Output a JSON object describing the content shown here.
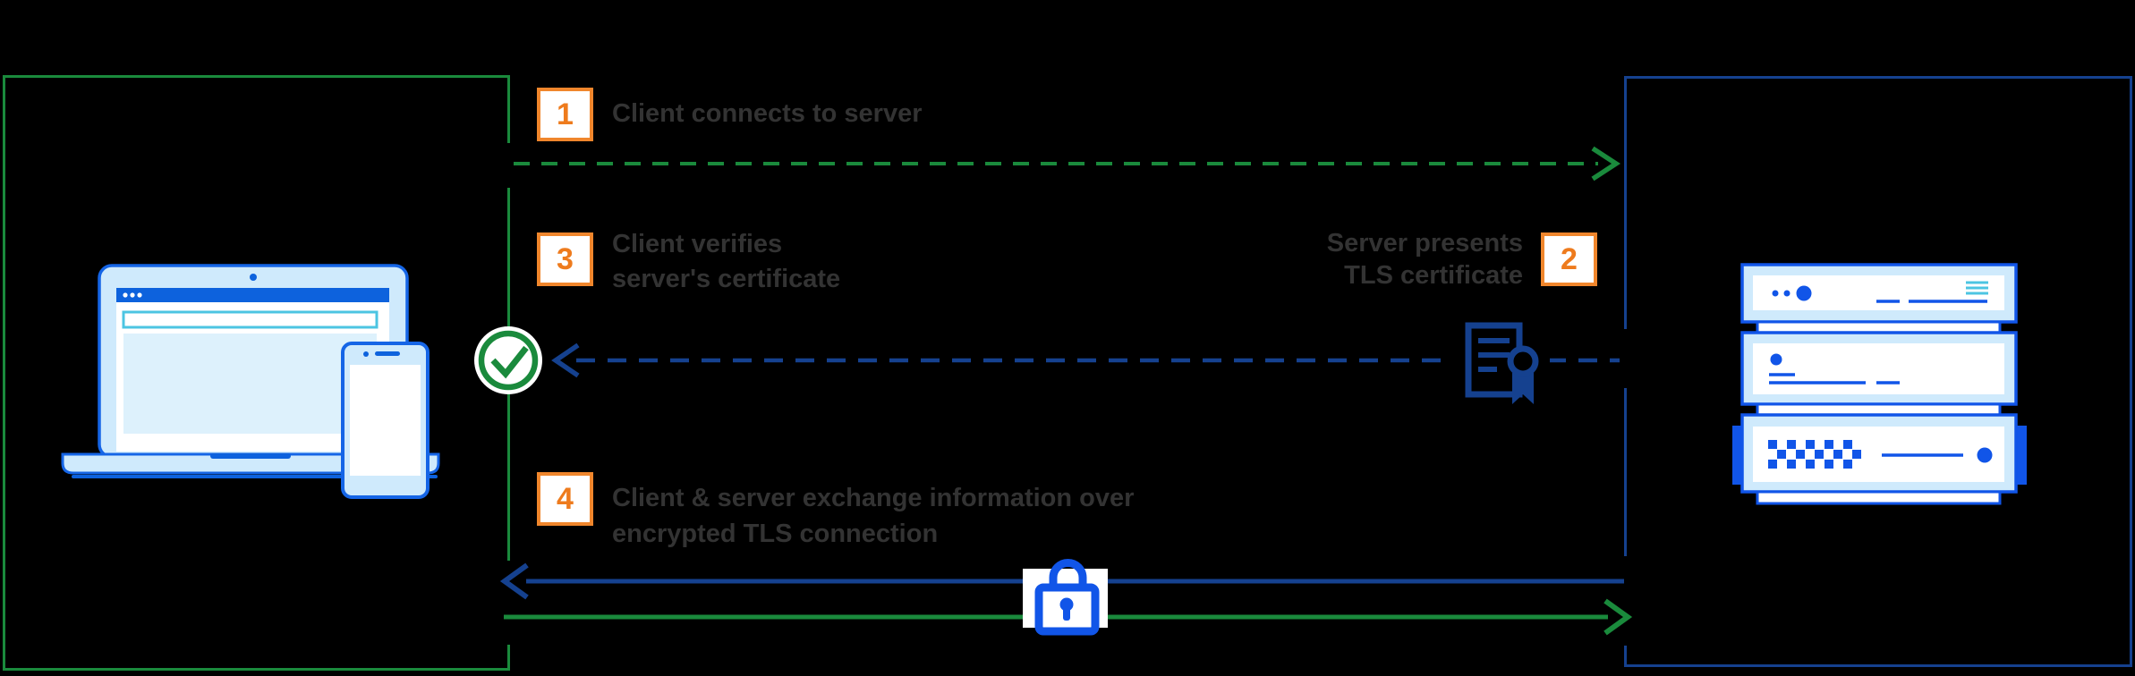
{
  "diagram": {
    "description": "TLS handshake flow between client and server",
    "colors": {
      "green": "#1a8a3c",
      "navy": "#15418f",
      "bright_blue": "#1155e8",
      "laptop_blue": "#0d62dd",
      "light_blue": "#cfeafc",
      "pale_blue": "#ddf1fc",
      "cyan": "#4cc5e2",
      "orange": "#f0862c",
      "orange_text": "#ee7b1d",
      "text_gray": "#333333",
      "bg": "#000000"
    },
    "steps": [
      {
        "number": "1",
        "line1": "Client connects to server"
      },
      {
        "number": "2",
        "line1": "Server presents",
        "line2": "TLS certificate"
      },
      {
        "number": "3",
        "line1": "Client verifies",
        "line2": "server's certificate"
      },
      {
        "number": "4",
        "line1": "Client & server exchange information over",
        "line2": "encrypted TLS connection"
      }
    ],
    "icons": {
      "client": [
        "laptop-icon",
        "smartphone-icon"
      ],
      "server": [
        "server-rack-icon"
      ],
      "middle": [
        "checkmark-icon",
        "certificate-icon",
        "lock-icon"
      ]
    }
  }
}
